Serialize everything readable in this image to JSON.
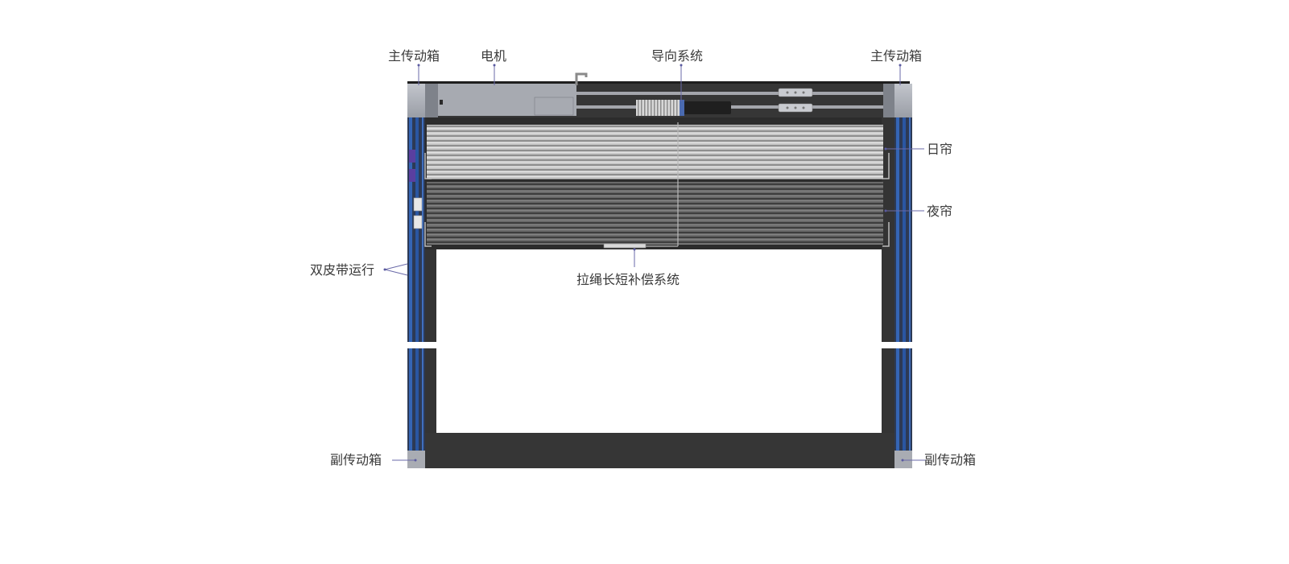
{
  "labels": {
    "main_box_left": "主传动箱",
    "motor": "电机",
    "guide_system": "导向系统",
    "main_box_right": "主传动箱",
    "day_curtain": "日帘",
    "night_curtain": "夜帘",
    "dual_belt": "双皮带运行",
    "cord_comp": "拉绳长短补偿系统",
    "sub_box_left": "副传动箱",
    "sub_box_right": "副传动箱"
  },
  "colors": {
    "frame_dark": "#353535",
    "head_grey": "#a9acb3",
    "belt_blue": "#2f5fa8",
    "day_fabric": "#b9b9b9",
    "night_fabric": "#5e5e5e",
    "accent_purple": "#5a3fa0",
    "label_text": "#3a3a3a",
    "leader": "#6a6aa8"
  }
}
